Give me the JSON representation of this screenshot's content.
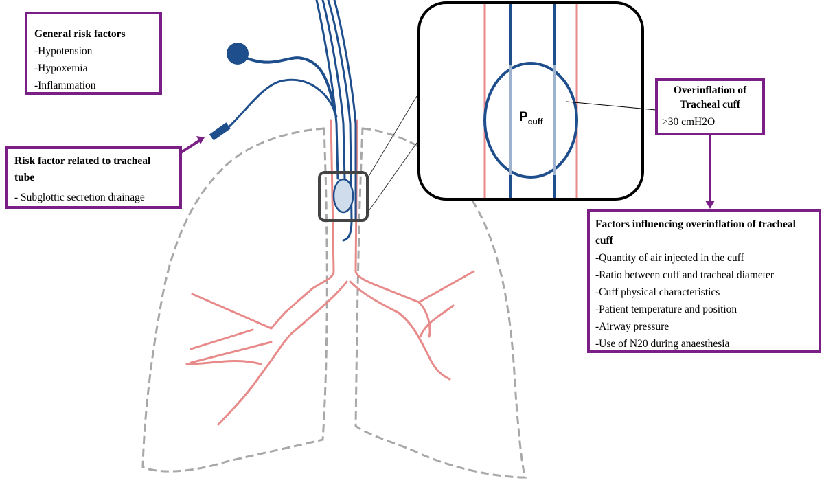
{
  "general_risk": {
    "title": "General risk factors",
    "items": [
      "-Hypotension",
      "-Hypoxemia",
      "-Inflammation"
    ]
  },
  "tube_risk": {
    "title": "Risk factor related to tracheal tube",
    "items": [
      "- Subglottic secretion drainage"
    ]
  },
  "overinflation": {
    "title": "Overinflation of Tracheal cuff",
    "value": ">30 cmH2O"
  },
  "factors": {
    "title": "Factors influencing overinflation of tracheal cuff",
    "items": [
      "-Quantity of air injected in the cuff",
      "-Ratio between cuff and tracheal diameter",
      "-Cuff physical characteristics",
      "-Patient temperature and position",
      "-Airway pressure",
      "-Use of N20 during anaesthesia"
    ]
  },
  "zoom_label": {
    "main": "P",
    "sub": "cuff"
  },
  "colors": {
    "box_border": "#7a1f86",
    "tube": "#1f4e8c",
    "trachea": "#e88a8a",
    "lung_outline": "#a8a8a8",
    "zoom_border": "#000000"
  }
}
